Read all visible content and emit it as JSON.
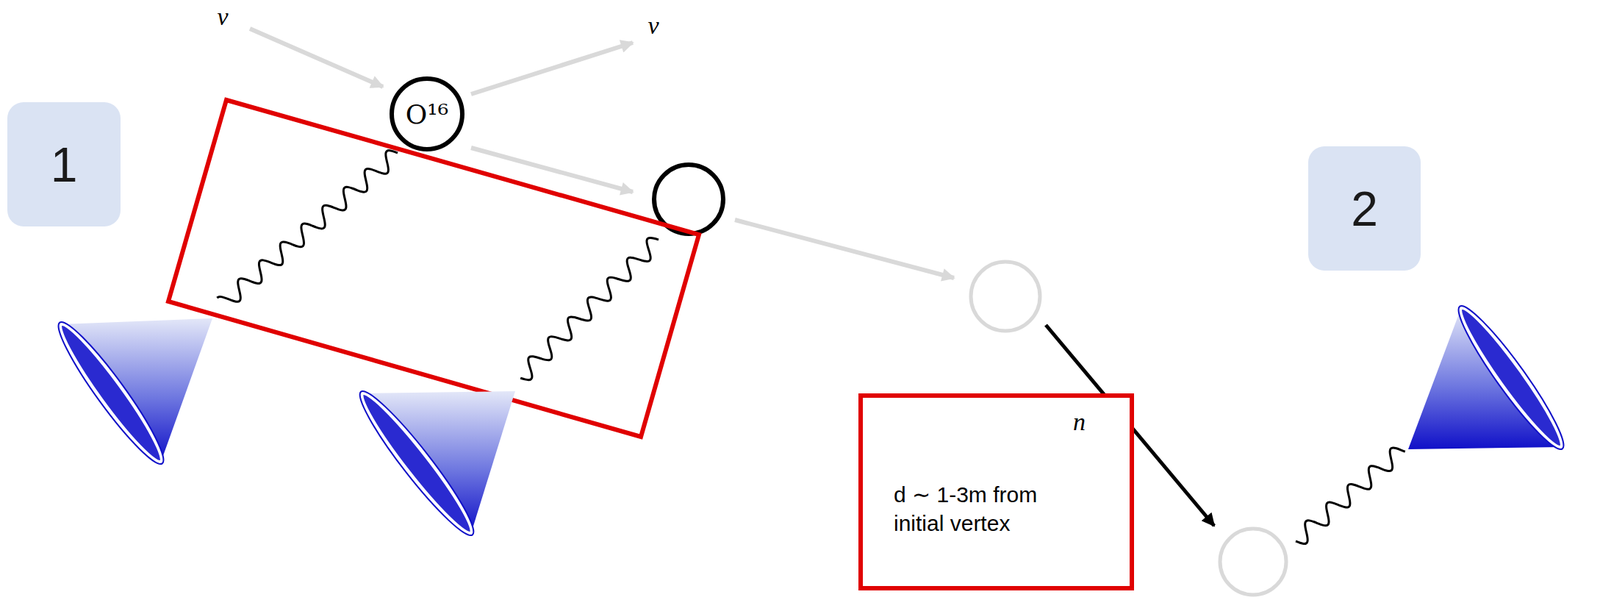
{
  "diagram": {
    "nodes": [
      {
        "text": [
          "1"
        ]
      },
      {
        "text": [
          "O¹⁶"
        ]
      },
      {
        "text": [
          "2"
        ]
      },
      {
        "text": [
          "n",
          "d ∼ 1-3m from initial vertex"
        ]
      }
    ],
    "labels": [
      "ν",
      "ν"
    ]
  }
}
